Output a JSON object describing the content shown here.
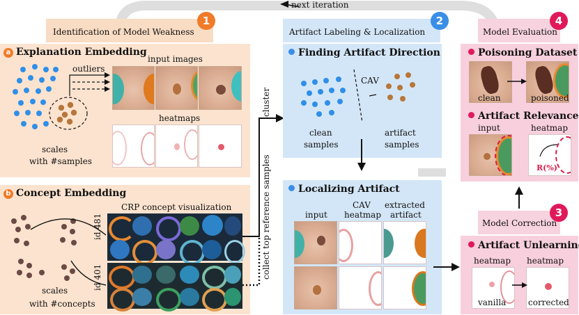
{
  "loop": {
    "next_iteration": "next iteration"
  },
  "stage1": {
    "badge": "1",
    "title": "Identification of  Model Weakness",
    "explanation": {
      "letter": "a",
      "title": "Explanation Embedding",
      "outliers": "outliers",
      "input_images": "input images",
      "heatmaps": "heatmaps",
      "scales_line1": "scales",
      "scales_line2": "with #samples"
    },
    "concept": {
      "letter": "b",
      "title": "Concept Embedding",
      "crp": "CRP concept visualization",
      "id1": "id 481",
      "id2": "id 401",
      "scales_line1": "scales",
      "scales_line2": "with #concepts"
    },
    "cluster": "cluster",
    "collect": "collect top reference samples"
  },
  "stage2": {
    "badge": "2",
    "title": "Artifact Labeling & Localization",
    "finding": {
      "title": "Finding Artifact Direction",
      "cav": "CAV",
      "clean_line1": "clean",
      "clean_line2": "samples",
      "artifact_line1": "artifact",
      "artifact_line2": "samples"
    },
    "localizing": {
      "title": "Localizing Artifact",
      "col_input": "input",
      "col_cav_line1": "CAV",
      "col_cav_line2": "heatmap",
      "col_extracted_line1": "extracted",
      "col_extracted_line2": "artifact"
    }
  },
  "stage3": {
    "badge": "3",
    "title": "Model Correction",
    "unlearning": {
      "title": "Artifact Unlearning",
      "heatmap_left": "heatmap",
      "heatmap_right": "heatmap",
      "vanilla": "vanilla",
      "corrected": "corrected"
    }
  },
  "stage4": {
    "badge": "4",
    "title": "Model Evaluation",
    "poisoning": {
      "title": "Poisoning Dataset",
      "clean": "clean",
      "poisoned": "poisoned"
    },
    "relevance": {
      "title": "Artifact Relevance",
      "input": "input",
      "heatmap": "heatmap",
      "r_label": "R(%)"
    }
  },
  "colors": {
    "orange": "#f07b28",
    "blue": "#3a8ee6",
    "pink": "#e0195a",
    "brown": "#b8763a",
    "concept_dot": "#6b4a45"
  }
}
